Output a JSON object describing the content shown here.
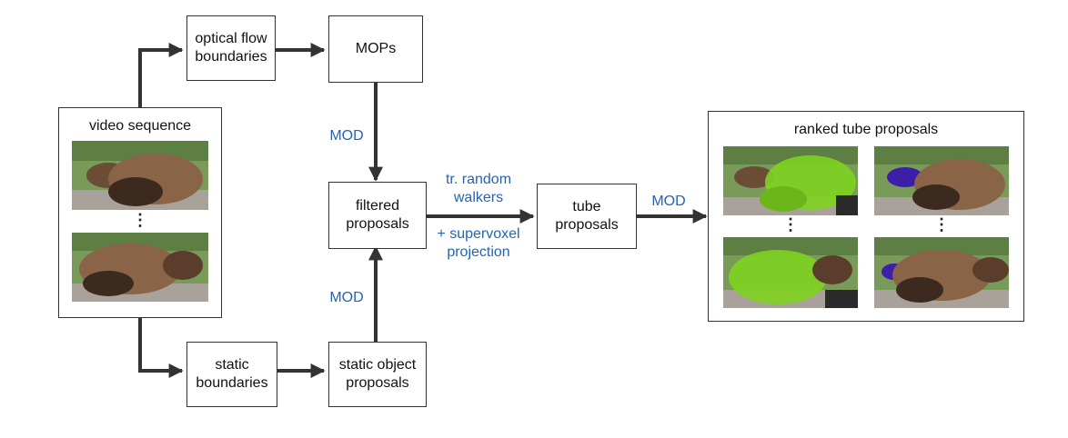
{
  "nodes": {
    "video": "video sequence",
    "optical": "optical flow\nboundaries",
    "mops": "MOPs",
    "filtered": "filtered\nproposals",
    "tube": "tube\nproposals",
    "static_boundaries": "static\nboundaries",
    "static_proposals": "static object\nproposals",
    "ranked": "ranked tube proposals"
  },
  "edge_labels": {
    "mod_top": "MOD",
    "mod_bottom": "MOD",
    "mod_right": "MOD",
    "walkers": "tr. random\nwalkers",
    "supervoxel": "+ supervoxel\nprojection"
  },
  "ellipsis": "⋮",
  "colors": {
    "label_blue": "#2563b8",
    "segment_green": "#7ed321",
    "segment_purple": "#3b1fa8"
  }
}
